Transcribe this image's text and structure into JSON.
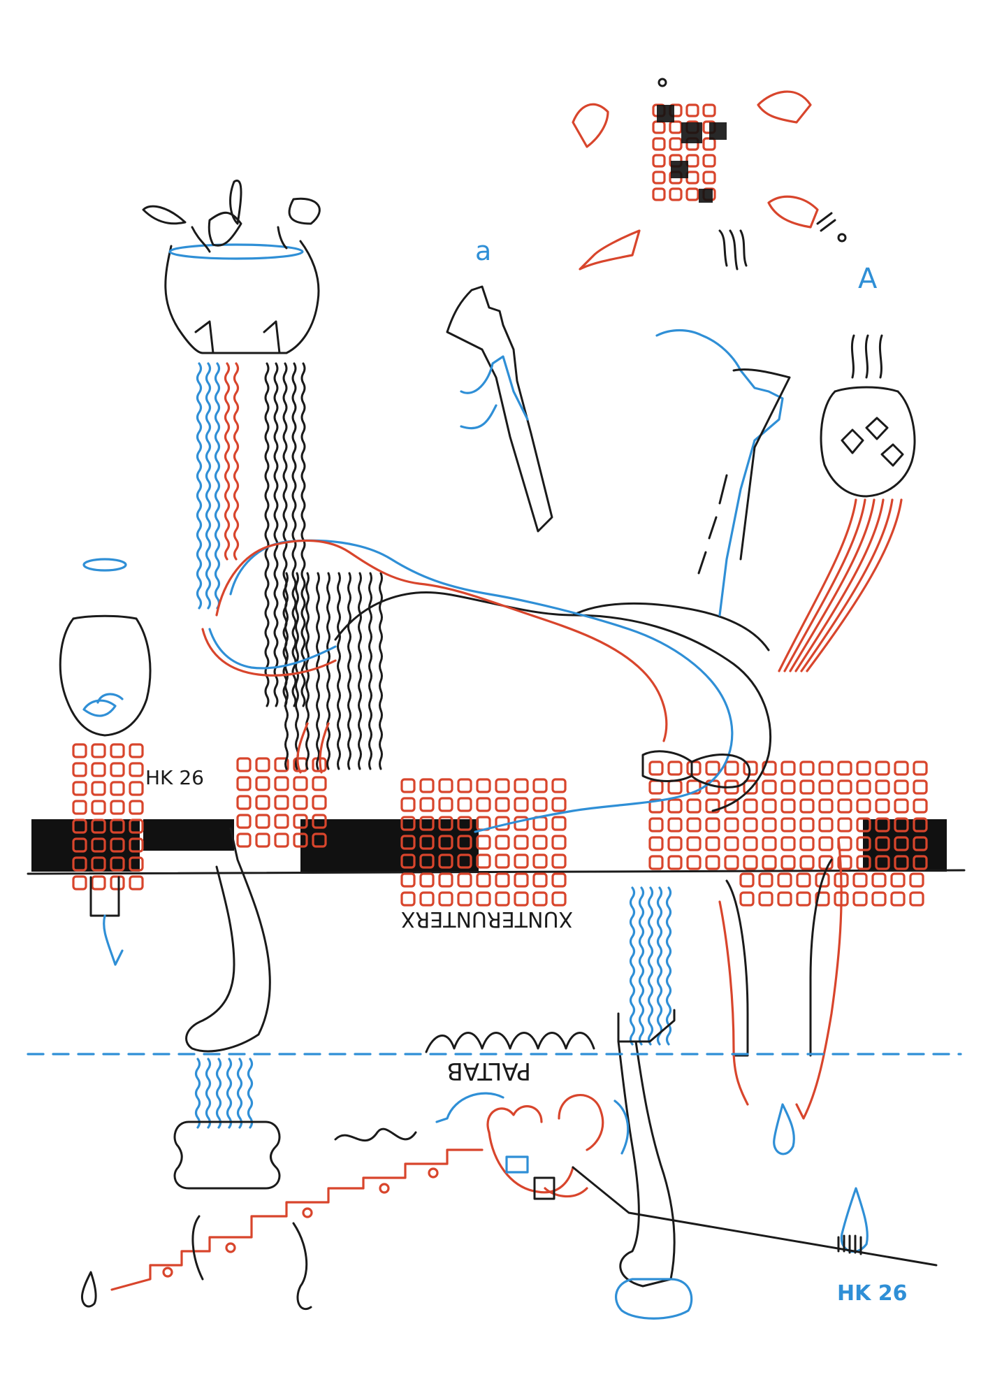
{
  "colors": {
    "ink_black": "#1a1a1a",
    "ink_blue": "#2f8fd6",
    "ink_red": "#d8452c",
    "paper": "#ffffff"
  },
  "labels": {
    "letter_small_a": "a",
    "letter_capital_a": "A",
    "initials_date": "HK 26",
    "scribble_word": "XUNTERUNTERX",
    "mirrored_word": "PALTAB"
  },
  "signature": {
    "text": "HK 26"
  }
}
